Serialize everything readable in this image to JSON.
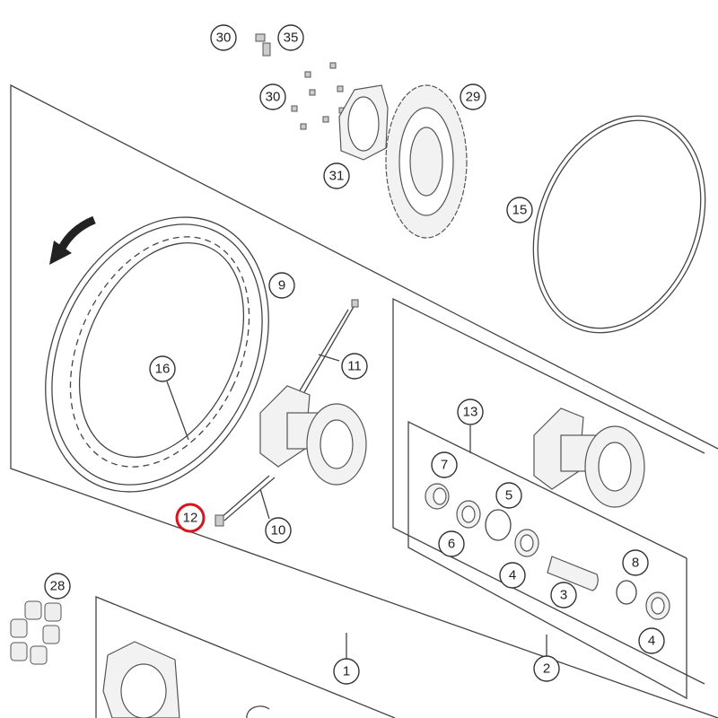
{
  "diagram": {
    "highlight_color": "#d9141c",
    "highlighted_part": "12",
    "callouts": [
      "30",
      "35",
      "30",
      "29",
      "31",
      "15",
      "9",
      "11",
      "16",
      "13",
      "7",
      "5",
      "6",
      "4",
      "8",
      "3",
      "4",
      "12",
      "10",
      "28",
      "1",
      "2"
    ]
  }
}
